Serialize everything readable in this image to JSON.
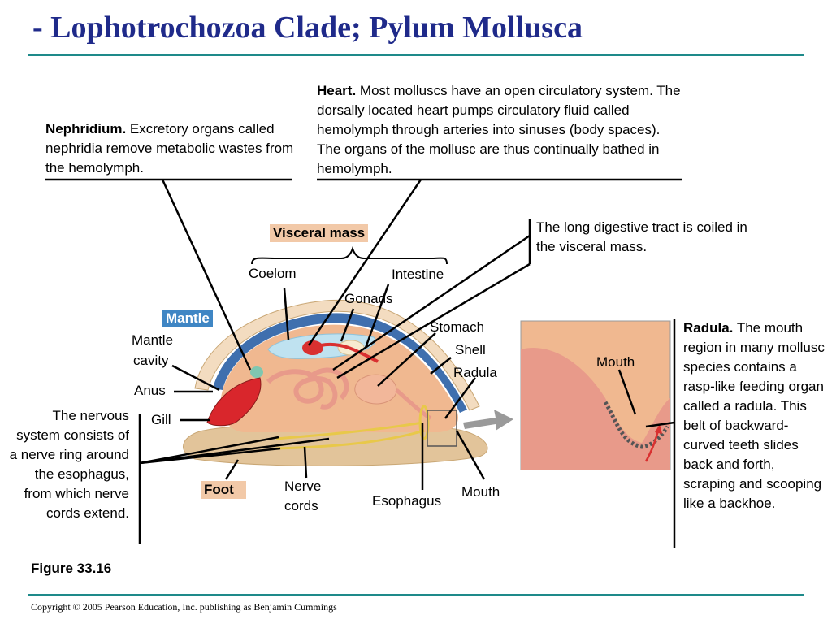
{
  "title": "- Lophotrochozoa Clade; Pylum Mollusca",
  "heart": {
    "term": "Heart.",
    "text": " Most molluscs have an open circulatory system. The dorsally located heart pumps circulatory fluid called hemolymph through arteries into sinuses (body spaces). The organs of the mollusc are thus continually bathed in hemolymph."
  },
  "nephridium": {
    "term": "Nephridium.",
    "text": " Excretory organs called nephridia remove metabolic wastes from the hemolymph."
  },
  "digestive_note": "The long digestive tract is coiled in the visceral mass.",
  "radula_note": {
    "term": "Radula.",
    "text": " The mouth region in many mollusc species contains a rasp-like feeding organ called a radula. This belt of backward-curved teeth slides back and forth, scraping and scooping like a backhoe."
  },
  "nervous_note": "The nervous system consists of a nerve ring around the esophagus, from which nerve cords extend.",
  "labels": {
    "visceral_mass": "Visceral mass",
    "mantle": "Mantle",
    "foot": "Foot",
    "coelom": "Coelom",
    "intestine": "Intestine",
    "gonads": "Gonads",
    "stomach": "Stomach",
    "shell": "Shell",
    "radula": "Radula",
    "mantle_cavity_1": "Mantle",
    "mantle_cavity_2": "cavity",
    "anus": "Anus",
    "gill": "Gill",
    "nerve_cords_1": "Nerve",
    "nerve_cords_2": "cords",
    "esophagus": "Esophagus",
    "mouth": "Mouth",
    "mouth_inset": "Mouth"
  },
  "figure": "Figure 33.16",
  "copyright": "Copyright © 2005 Pearson Education, Inc. publishing as Benjamin Cummings",
  "colors": {
    "title": "#1f2a8a",
    "rule": "#1e8a8a",
    "visceral_box": "#f2c9a8",
    "mantle_box": "#3f86c4",
    "foot_box": "#f2c9a8"
  }
}
